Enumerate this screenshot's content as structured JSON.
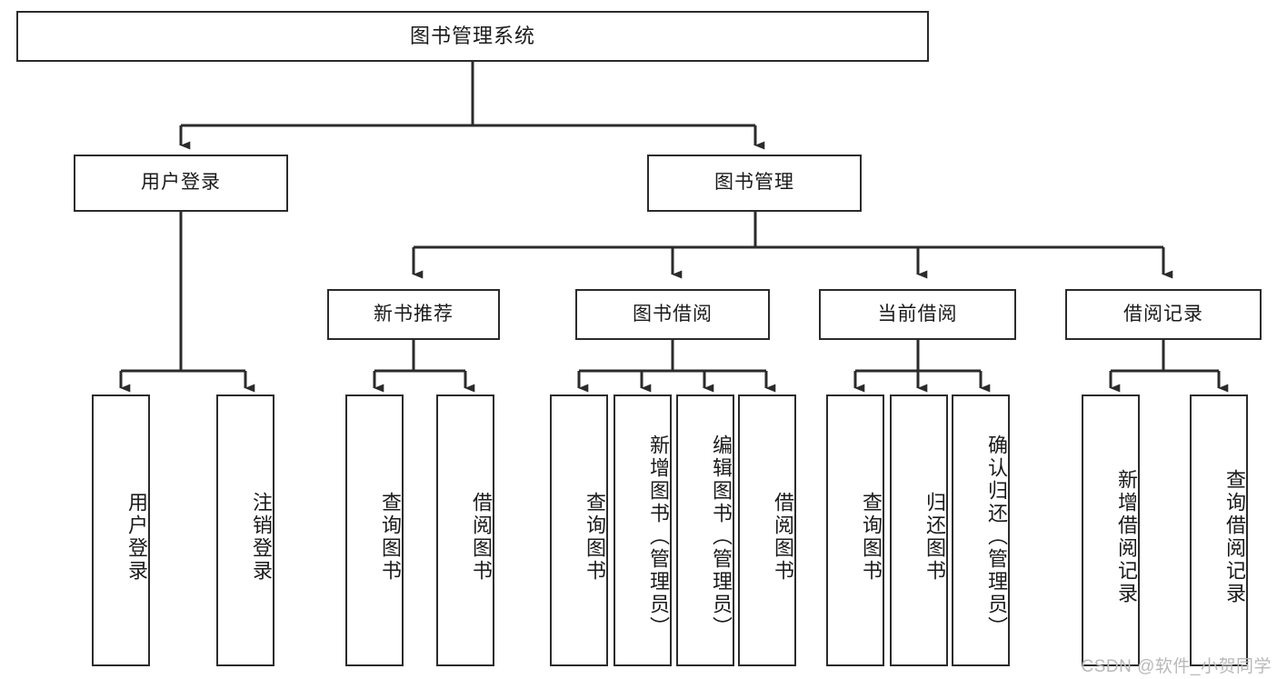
{
  "diagram": {
    "type": "hierarchy-tree",
    "title": "图书管理系统",
    "watermark": "CSDN @软件_小贺同学",
    "colors": {
      "stroke": "#2b2b2b",
      "fill": "#ffffff",
      "text": "#1a1a1a",
      "watermark": "#b9b9b9"
    },
    "nodes": {
      "root": {
        "label": "图书管理系统"
      },
      "level2": [
        {
          "id": "user-login",
          "label": "用户登录"
        },
        {
          "id": "book-management",
          "label": "图书管理"
        }
      ],
      "level3": [
        {
          "id": "new-book-recommend",
          "label": "新书推荐"
        },
        {
          "id": "book-borrow",
          "label": "图书借阅"
        },
        {
          "id": "current-borrow",
          "label": "当前借阅"
        },
        {
          "id": "borrow-record",
          "label": "借阅记录"
        }
      ],
      "leaves": {
        "user-login": [
          {
            "id": "leaf-user-login",
            "label": "用户登录"
          },
          {
            "id": "leaf-logout-login",
            "label": "注销登录"
          }
        ],
        "new-book-recommend": [
          {
            "id": "leaf-query-book-1",
            "label": "查询图书"
          },
          {
            "id": "leaf-borrow-book-1",
            "label": "借阅图书"
          }
        ],
        "book-borrow": [
          {
            "id": "leaf-query-book-2",
            "label": "查询图书"
          },
          {
            "id": "leaf-add-book",
            "label": "新增图书（管理员）"
          },
          {
            "id": "leaf-edit-book",
            "label": "编辑图书（管理员）"
          },
          {
            "id": "leaf-borrow-book-2",
            "label": "借阅图书"
          }
        ],
        "current-borrow": [
          {
            "id": "leaf-query-book-3",
            "label": "查询图书"
          },
          {
            "id": "leaf-return-book",
            "label": "归还图书"
          },
          {
            "id": "leaf-confirm-return",
            "label": "确认归还（管理员）"
          }
        ],
        "borrow-record": [
          {
            "id": "leaf-add-record",
            "label": "新增借阅记录"
          },
          {
            "id": "leaf-query-record",
            "label": "查询借阅记录"
          }
        ]
      }
    }
  }
}
